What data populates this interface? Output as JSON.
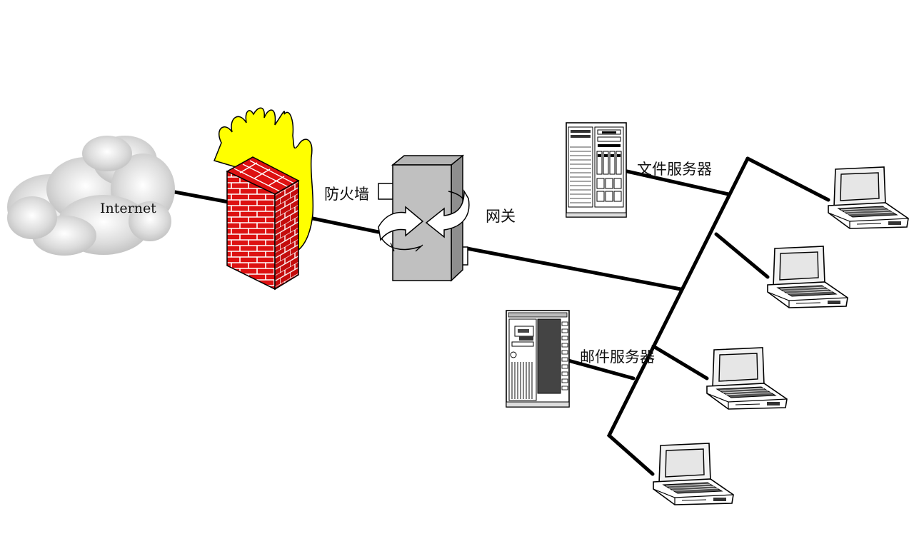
{
  "labels": {
    "internet": "Internet",
    "firewall": "防火墙",
    "gateway": "网关",
    "file_server": "文件服务器",
    "mail_server": "邮件服务器"
  },
  "nodes": [
    {
      "id": "internet-cloud",
      "icon": "cloud-icon"
    },
    {
      "id": "firewall",
      "icon": "firewall-brick-wall-icon"
    },
    {
      "id": "gateway",
      "icon": "gateway-router-icon"
    },
    {
      "id": "file-server",
      "icon": "tower-server-icon"
    },
    {
      "id": "mail-server",
      "icon": "tower-server-icon"
    },
    {
      "id": "laptop-1",
      "icon": "laptop-icon"
    },
    {
      "id": "laptop-2",
      "icon": "laptop-icon"
    },
    {
      "id": "laptop-3",
      "icon": "laptop-icon"
    },
    {
      "id": "laptop-4",
      "icon": "laptop-icon"
    }
  ],
  "links": [
    [
      "internet-cloud",
      "firewall"
    ],
    [
      "firewall",
      "gateway"
    ],
    [
      "gateway",
      "backbone"
    ],
    [
      "file-server",
      "backbone"
    ],
    [
      "mail-server",
      "backbone"
    ],
    [
      "backbone",
      "laptop-1"
    ],
    [
      "backbone",
      "laptop-2"
    ],
    [
      "backbone",
      "laptop-3"
    ],
    [
      "backbone",
      "laptop-4"
    ]
  ],
  "colors": {
    "brick": "#dd1111",
    "flame": "#ffff00",
    "cloud": "#cfcfcf",
    "gateway_body": "#c0c0c0",
    "line": "#000000"
  }
}
